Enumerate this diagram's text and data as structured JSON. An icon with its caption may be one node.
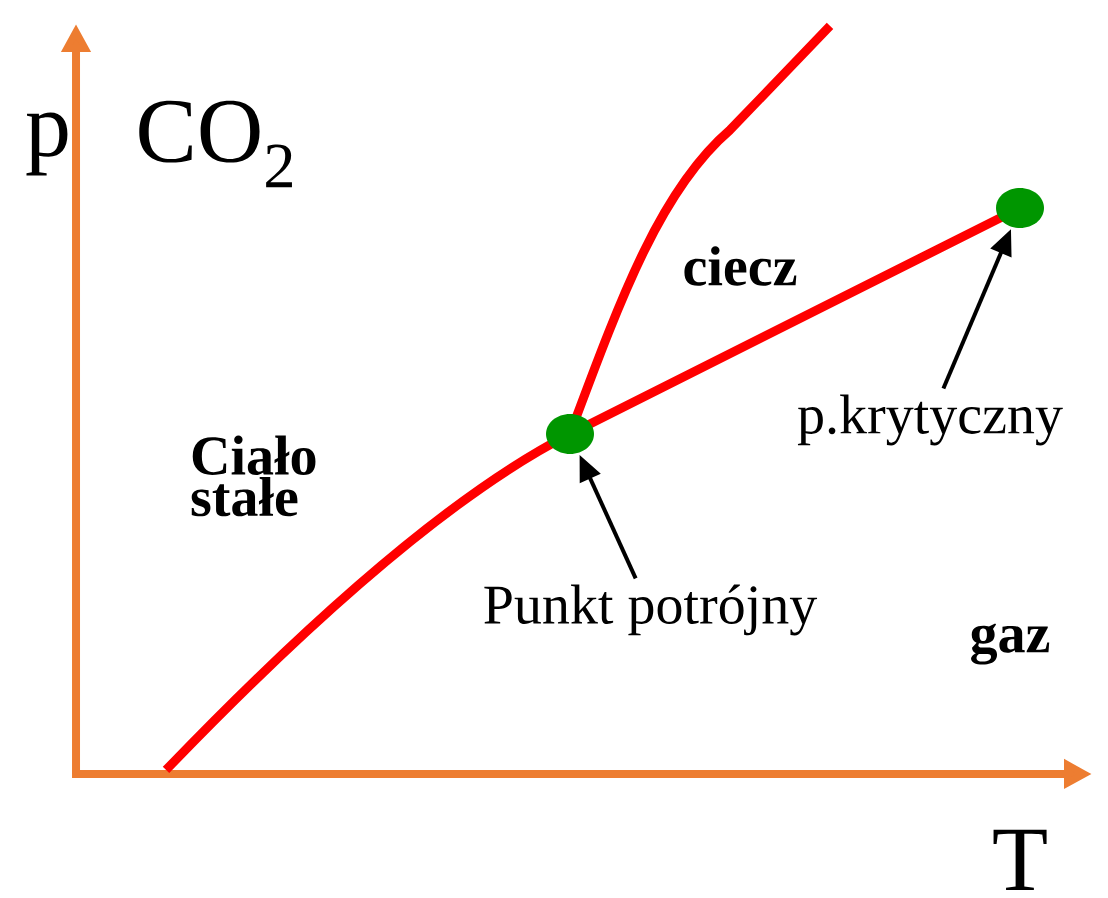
{
  "diagram": {
    "nodes": [
      {
        "text": [],
        "shape": "circle"
      },
      {
        "text": [],
        "shape": "circle"
      },
      {
        "text": [
          "Punkt potrójny"
        ]
      },
      {
        "text": [
          "p.krytyczny"
        ]
      }
    ],
    "edges": [
      {
        "from": 2,
        "to": 0,
        "arrow": "to"
      },
      {
        "from": 3,
        "to": 1,
        "arrow": "to"
      }
    ],
    "labels": [
      "p",
      "CO$_{2}$",
      "ciecz",
      "Ciało stałe",
      "gaz",
      "T"
    ]
  }
}
